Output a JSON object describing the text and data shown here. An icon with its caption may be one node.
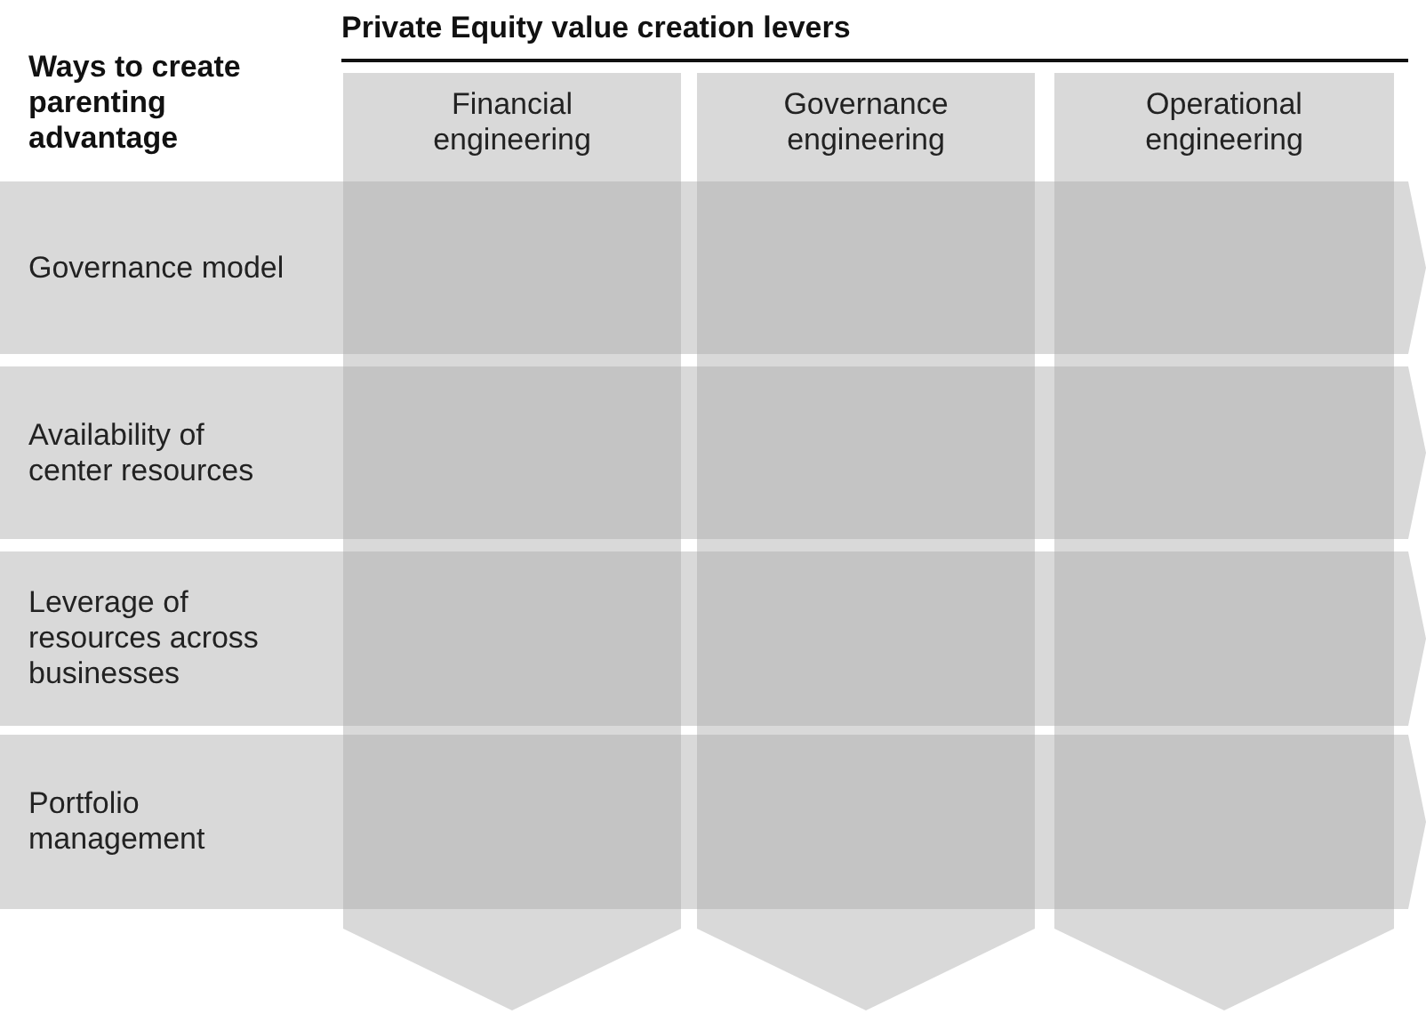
{
  "diagram": {
    "title": "Private Equity value creation levers",
    "nodes": [
      {
        "text": [
          "Financial engineering"
        ]
      },
      {
        "text": [
          "Governance engineering"
        ]
      },
      {
        "text": [
          "Operational engineering"
        ]
      },
      {
        "text": [
          "Governance model"
        ]
      },
      {
        "text": [
          "Availability of center resources"
        ]
      },
      {
        "text": [
          "Leverage of resources across businesses"
        ]
      },
      {
        "text": [
          "Portfolio management"
        ]
      }
    ],
    "labels": [
      "Ways to create parenting advantage"
    ]
  }
}
